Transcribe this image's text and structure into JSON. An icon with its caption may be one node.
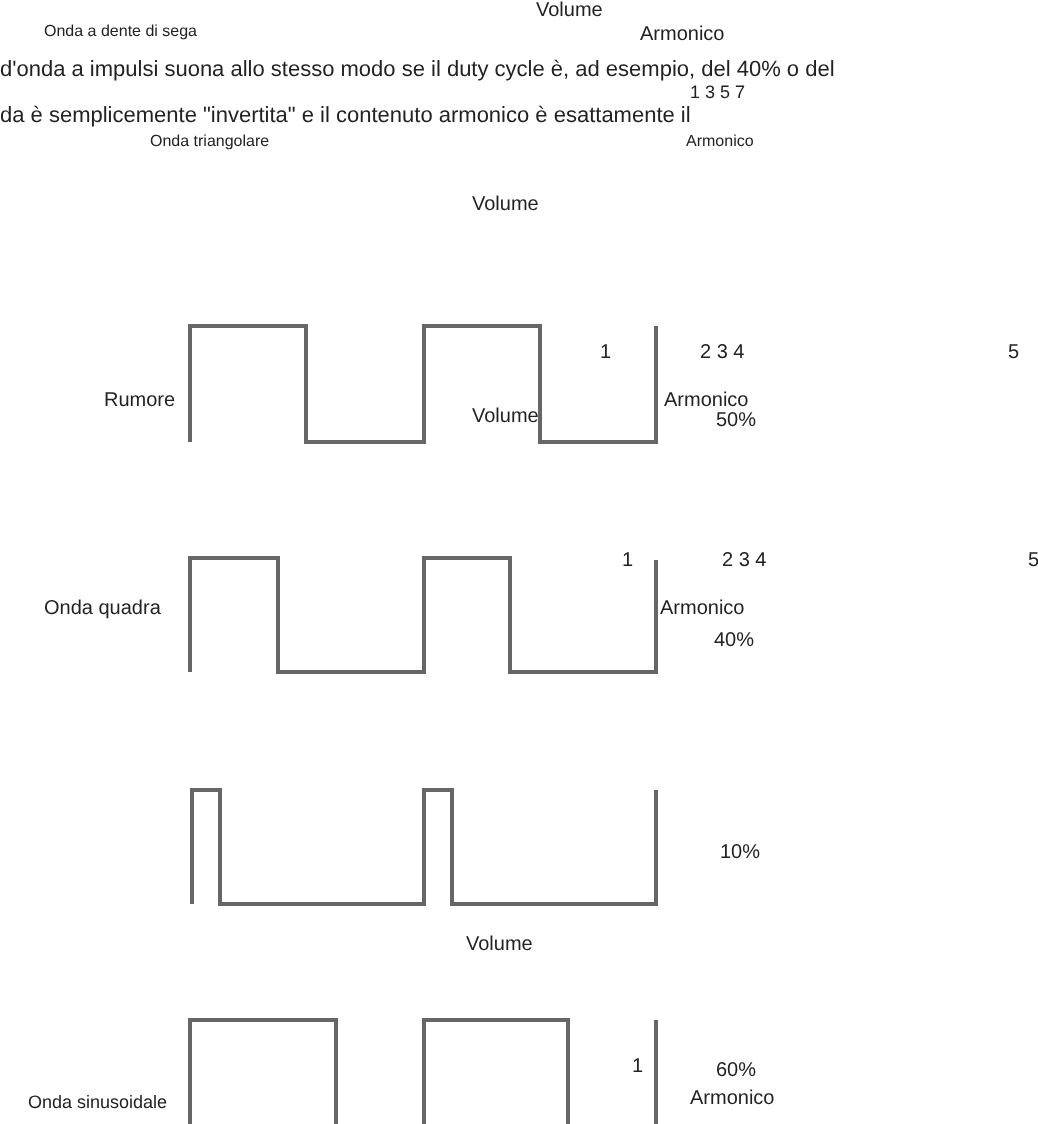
{
  "diagram": {
    "labels": [
      "Volume",
      "Onda a dente di sega",
      "Armonico",
      "d'onda a impulsi suona allo stesso modo se il duty cycle è, ad esempio, del 40% o del",
      "1 3 5 7",
      "da è semplicemente \"invertita\" e il contenuto armonico è esattamente il",
      "Onda triangolare",
      "Armonico",
      "Volume",
      "1",
      "2 3 4",
      "5",
      "Rumore",
      "Volume",
      "Armonico",
      "50%",
      "1",
      "2 3 4",
      "5",
      "Onda quadra",
      "Armonico",
      "40%",
      "10%",
      "Volume",
      "1",
      "60%",
      "Onda sinusoidale",
      "Armonico"
    ]
  }
}
